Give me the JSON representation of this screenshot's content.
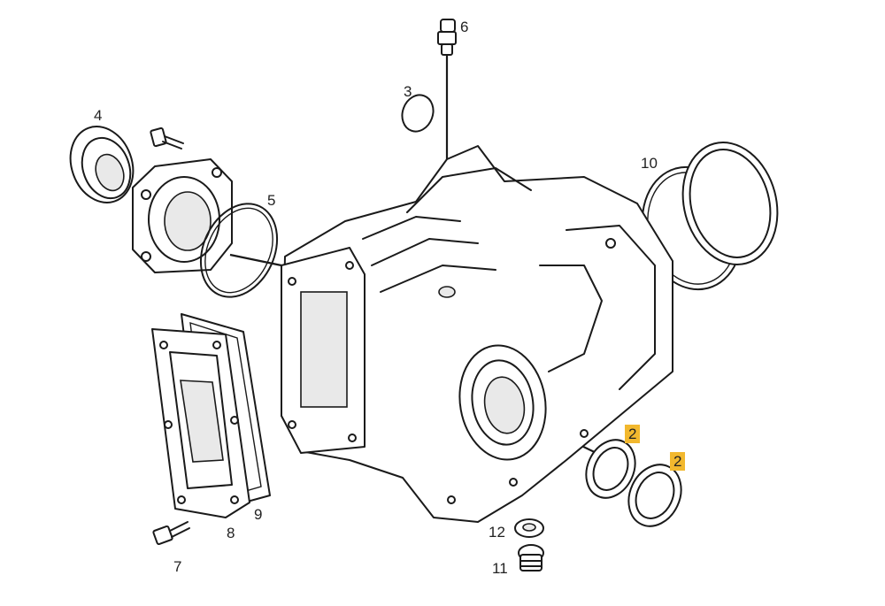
{
  "diagram": {
    "highlight_color": "#f2b82e",
    "line_color": "#1a1a1a",
    "callouts": [
      {
        "id": "c1",
        "label": "4",
        "highlighted": false
      },
      {
        "id": "c2",
        "label": "6",
        "highlighted": false
      },
      {
        "id": "c3",
        "label": "3",
        "highlighted": false
      },
      {
        "id": "c4",
        "label": "5",
        "highlighted": false
      },
      {
        "id": "c5",
        "label": "10",
        "highlighted": false
      },
      {
        "id": "c6",
        "label": "2",
        "highlighted": true
      },
      {
        "id": "c7",
        "label": "2",
        "highlighted": true
      },
      {
        "id": "c8",
        "label": "12",
        "highlighted": false
      },
      {
        "id": "c9",
        "label": "11",
        "highlighted": false
      },
      {
        "id": "c10",
        "label": "8",
        "highlighted": false
      },
      {
        "id": "c11",
        "label": "9",
        "highlighted": false
      },
      {
        "id": "c12",
        "label": "7",
        "highlighted": false
      }
    ]
  }
}
